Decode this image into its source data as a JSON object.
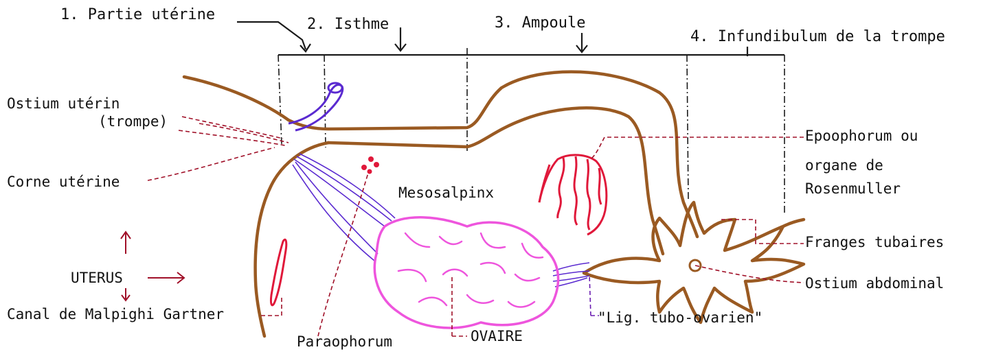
{
  "segments": {
    "s1": "1. Partie utérine",
    "s2": "2. Isthme",
    "s3": "3. Ampoule",
    "s4": "4. Infundibulum de la trompe"
  },
  "labels": {
    "ostium_uterin_line1": "Ostium utérin",
    "ostium_uterin_line2": "(trompe)",
    "corne_uterine": "Corne utérine",
    "uterus": "UTERUS",
    "canal": "Canal de Malpighi Gartner",
    "mesosalpinx": "Mesosalpinx",
    "paraophorum": "Paraophorum",
    "ovaire": "OVAIRE",
    "lig_tubo_ovarien": "\"Lig. tubo-ovarien\"",
    "epoophorum_line1": "Epoophorum ou",
    "epoophorum_line2": "organe de",
    "epoophorum_line3": "Rosenmuller",
    "franges": "Franges tubaires",
    "ostium_abdominal": "Ostium abdominal"
  },
  "colors": {
    "tube": "#9a5a22",
    "ovary": "#ee55dd",
    "leader": "#a01028",
    "ligament": "#5a2ad0",
    "epoophorum": "#e0183a"
  }
}
